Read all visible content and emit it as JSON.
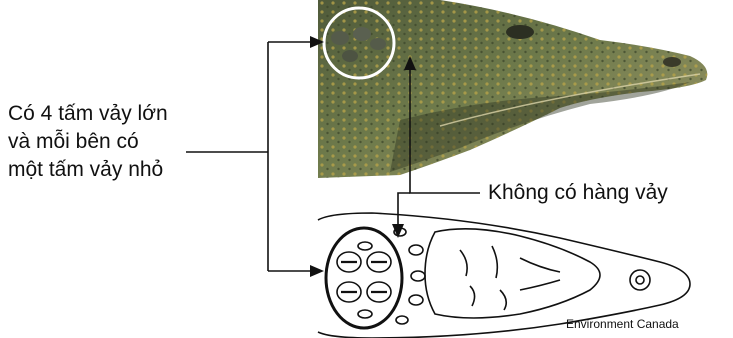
{
  "labels": {
    "left_line_1": "Có 4 tấm vảy lớn",
    "left_line_2": "và mỗi bên có",
    "left_line_3": "một tấm vảy nhỏ",
    "right": "Không có hàng vảy",
    "credit": "Environment Canada"
  },
  "images": {
    "top": "crocodile-head-photo",
    "bottom": "crocodile-neck-scale-drawing"
  },
  "colors": {
    "skin_dark": "#4f5a3a",
    "skin_mid": "#6e7a4b",
    "skin_light": "#8c8f5a",
    "scale_dot": "#b5a24a",
    "line": "#111111",
    "highlight_circle": "#ffffff"
  }
}
